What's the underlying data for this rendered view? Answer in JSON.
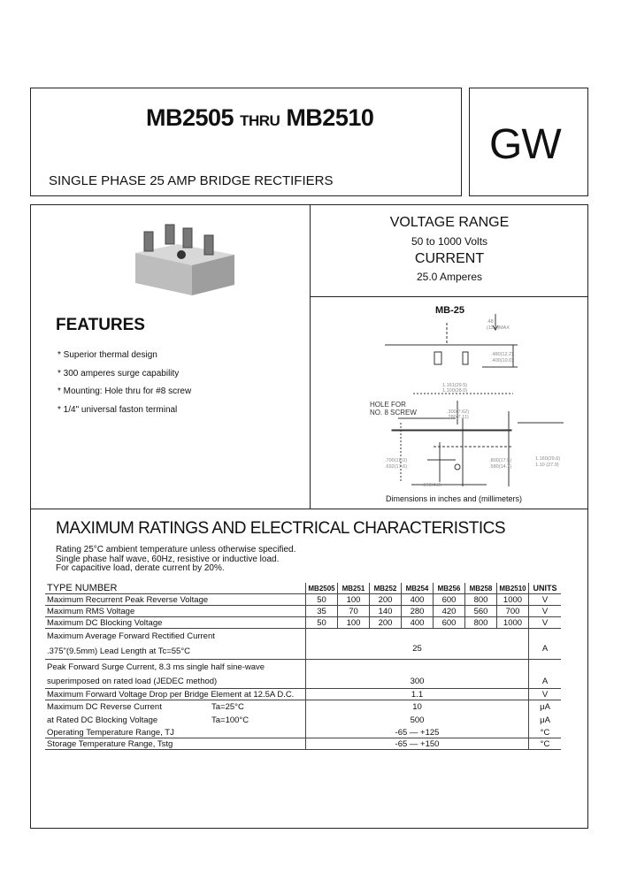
{
  "header": {
    "part_from": "MB2505",
    "thru": "THRU",
    "part_to": "MB2510",
    "subtitle": "SINGLE PHASE 25 AMP BRIDGE RECTIFIERS"
  },
  "logo": {
    "text": "GW"
  },
  "specs": {
    "voltage_title": "VOLTAGE RANGE",
    "voltage_value": "50 to 1000 Volts",
    "current_title": "CURRENT",
    "current_value": "25.0 Amperes"
  },
  "diagram": {
    "label": "MB-25",
    "hole_label_1": "HOLE FOR",
    "hole_label_2": "NO. 8 SCREW",
    "dim_note": "Dimensions in inches and (millimeters)"
  },
  "features": {
    "title": "FEATURES",
    "items": [
      "* Superior thermal design",
      "* 300 amperes surge capability",
      "* Mounting: Hole thru for #8 screw",
      "* 1/4\" universal faston terminal"
    ]
  },
  "ratings": {
    "title": "MAXIMUM RATINGS AND ELECTRICAL CHARACTERISTICS",
    "notes": [
      "Rating 25°C ambient temperature unless otherwise specified.",
      "Single phase half wave, 60Hz, resistive or inductive load.",
      "For capacitive load, derate current by 20%."
    ],
    "header": [
      "TYPE NUMBER",
      "MB2505",
      "MB251",
      "MB252",
      "MB254",
      "MB256",
      "MB258",
      "MB2510",
      "UNITS"
    ],
    "rows": [
      {
        "label": "Maximum Recurrent Peak Reverse Voltage",
        "values": [
          "50",
          "100",
          "200",
          "400",
          "600",
          "800",
          "1000"
        ],
        "unit": "V"
      },
      {
        "label": "Maximum RMS Voltage",
        "values": [
          "35",
          "70",
          "140",
          "280",
          "420",
          "560",
          "700"
        ],
        "unit": "V"
      },
      {
        "label": "Maximum DC Blocking Voltage",
        "values": [
          "50",
          "100",
          "200",
          "400",
          "600",
          "800",
          "1000"
        ],
        "unit": "V"
      }
    ],
    "avg_label_1": "Maximum Average Forward Rectified Current",
    "avg_label_2": ".375\"(9.5mm) Lead Length at Tc=55°C",
    "avg_value": "25",
    "avg_unit": "A",
    "surge_label_1": "Peak Forward Surge Current, 8.3 ms single half sine-wave",
    "surge_label_2": "superimposed on rated load (JEDEC method)",
    "surge_value": "300",
    "surge_unit": "A",
    "vf_label": "Maximum Forward Voltage Drop per Bridge Element at 12.5A D.C.",
    "vf_value": "1.1",
    "vf_unit": "V",
    "ir_label_1": "Maximum DC Reverse Current",
    "ir_cond_1": "Ta=25°C",
    "ir_value_1": "10",
    "ir_unit_1": "μA",
    "ir_label_2": "at Rated DC Blocking Voltage",
    "ir_cond_2": "Ta=100°C",
    "ir_value_2": "500",
    "ir_unit_2": "μA",
    "op_label": "Operating Temperature Range, TJ",
    "op_value": "-65 — +125",
    "op_unit": "°C",
    "st_label": "Storage Temperature Range, Tstg",
    "st_value": "-65 — +150",
    "st_unit": "°C"
  }
}
